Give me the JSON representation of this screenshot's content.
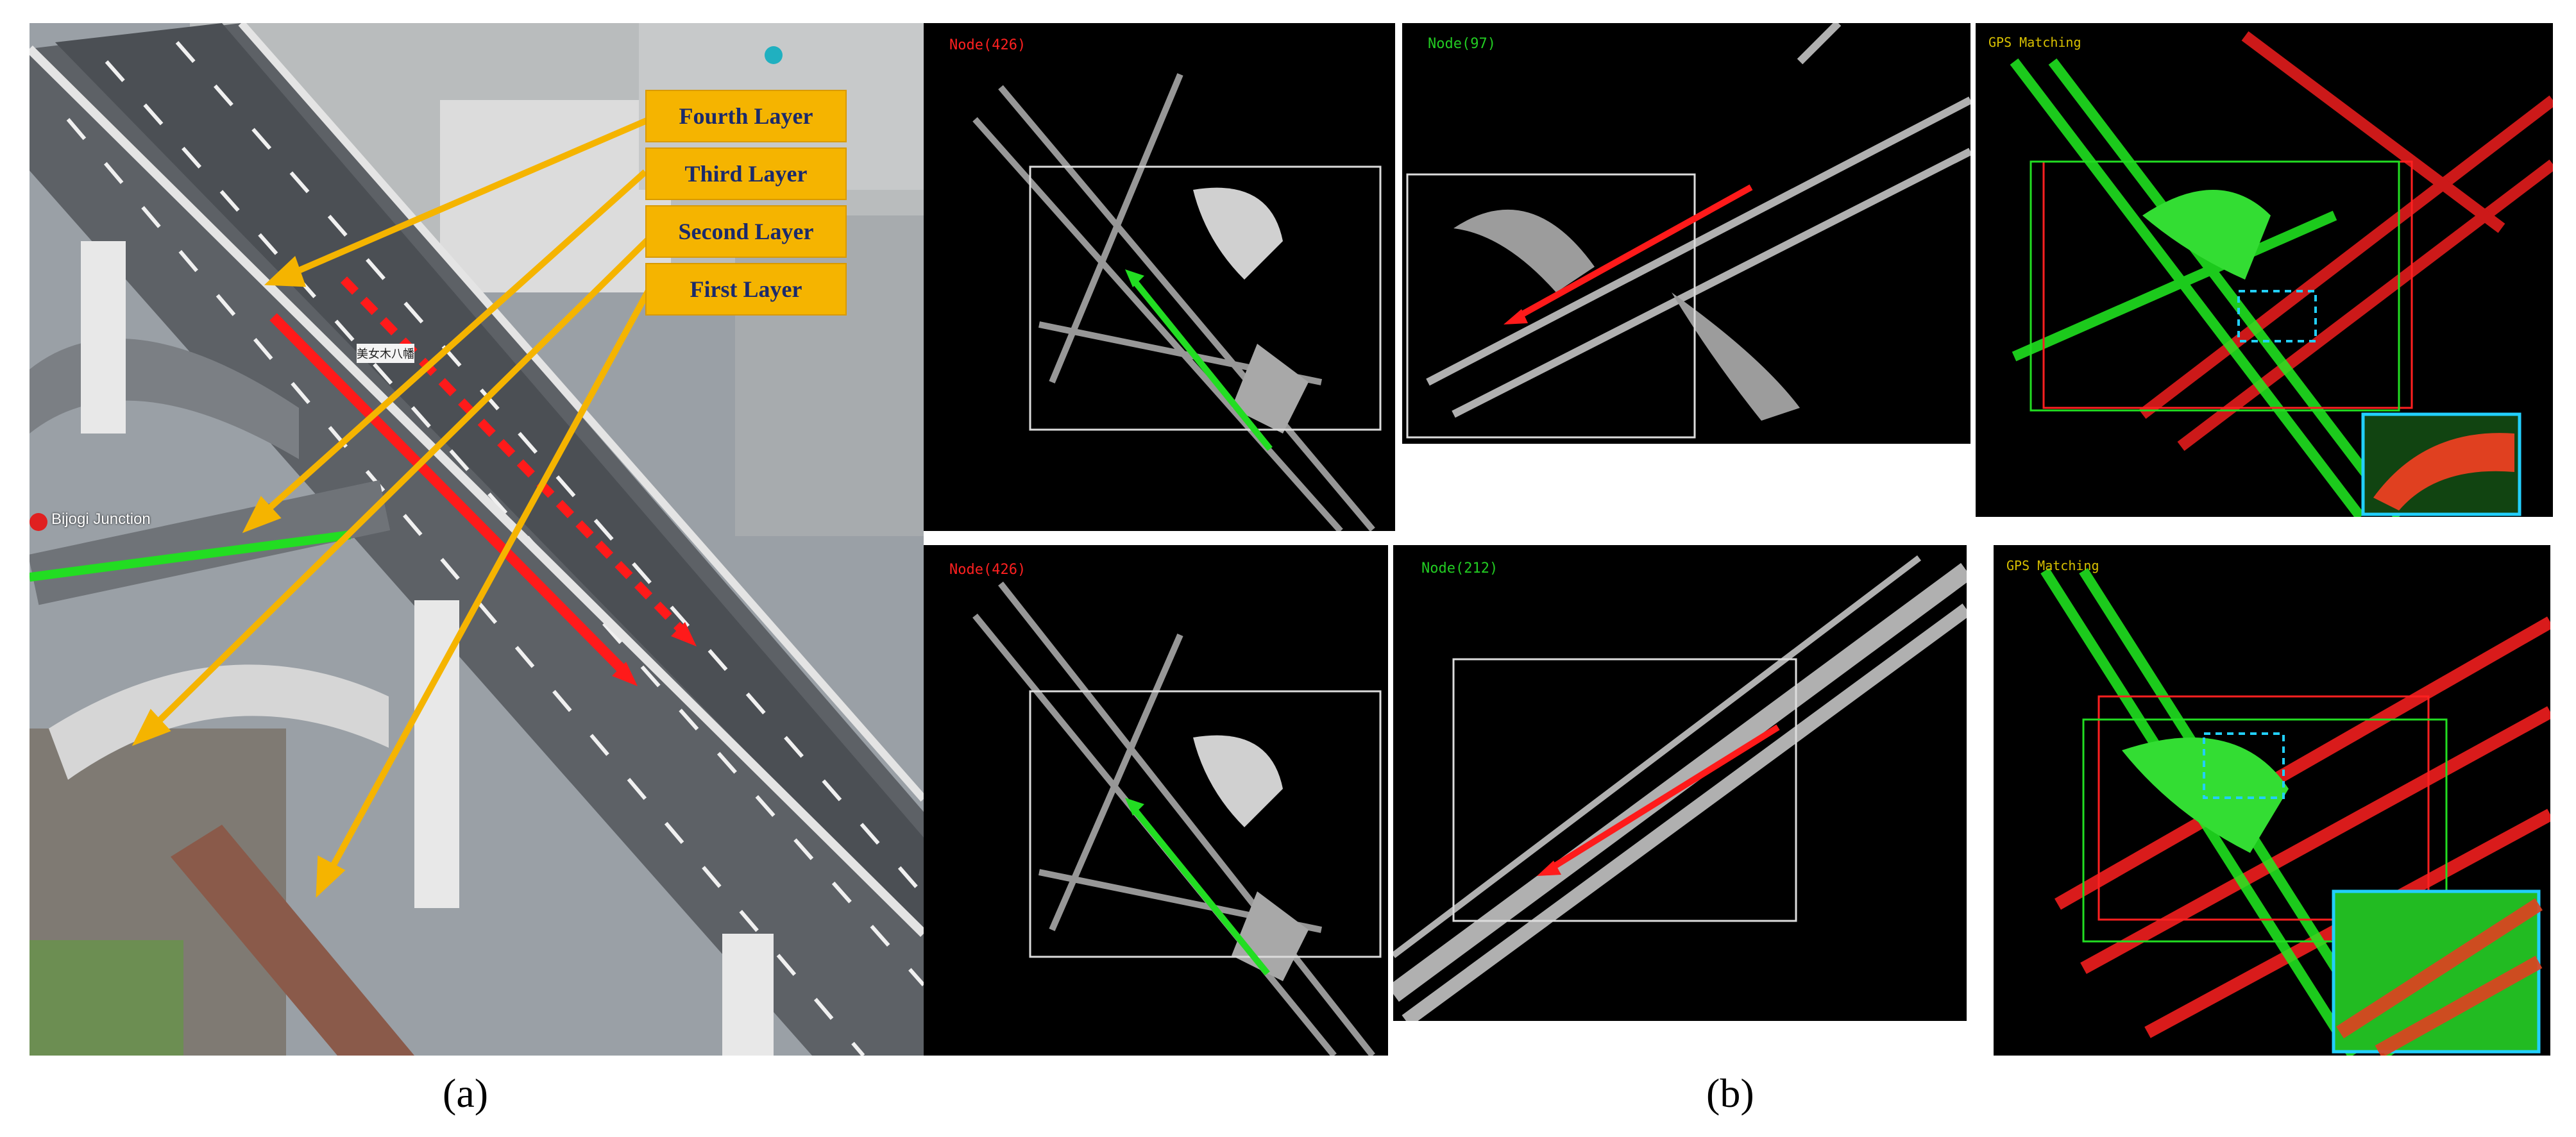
{
  "photo": {
    "layer_labels": [
      "Fourth Layer",
      "Third Layer",
      "Second Layer",
      "First Layer"
    ],
    "junction_label": "Bijogi Junction",
    "sign_text": "美女木八幡",
    "colors": {
      "layer_box": "#f5b400",
      "layer_text": "#1a2a6c",
      "arrow_red": "#ff1a1a",
      "arrow_green": "#22dd22"
    }
  },
  "lidar_panels": {
    "top_left": {
      "title": "Node(426)",
      "title_color": "#ff2020",
      "arrow": "green"
    },
    "top_mid": {
      "title": "Node(97)",
      "title_color": "#22cc22",
      "arrow": "red"
    },
    "top_right": {
      "title": "GPS Matching",
      "title_color": "#d8c000"
    },
    "bottom_left": {
      "title": "Node(426)",
      "title_color": "#ff2020",
      "arrow": "green"
    },
    "bottom_mid": {
      "title": "Node(212)",
      "title_color": "#22cc22",
      "arrow": "red"
    },
    "bottom_right": {
      "title": "GPS Matching",
      "title_color": "#d8c000"
    }
  },
  "captions": {
    "a": "(a)",
    "b": "(b)"
  }
}
